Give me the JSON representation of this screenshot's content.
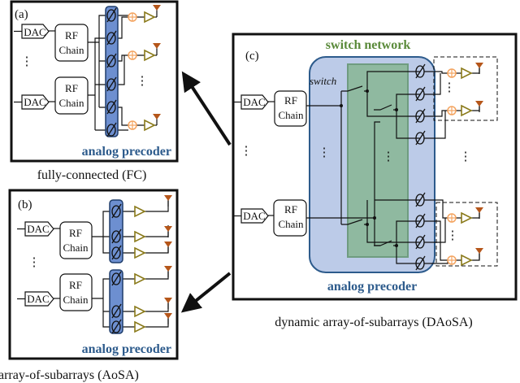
{
  "panels": {
    "a": {
      "tag": "(a)",
      "precoder_label": "analog precoder",
      "caption": "fully-connected (FC)"
    },
    "b": {
      "tag": "(b)",
      "precoder_label": "analog precoder",
      "caption": "array-of-subarrays (AoSA)"
    },
    "c": {
      "tag": "(c)",
      "precoder_label": "analog precoder",
      "switch_network_label": "switch network",
      "switch_label": "switch",
      "caption": "dynamic array-of-subarrays (DAoSA)"
    }
  },
  "labels": {
    "dac": "DAC",
    "rf": "RF",
    "chain": "Chain",
    "dots": "⋮"
  },
  "colors": {
    "precoder_blue": "#6d8fd0",
    "precoder_region": "#bccbe8",
    "precoder_text": "#2d5b8c",
    "switch_green": "#8fb9a0",
    "switch_text": "#5a8a3a",
    "amplifier": "#8a7a1a",
    "antenna": "#b5561a",
    "combiner": "#f4a460"
  }
}
